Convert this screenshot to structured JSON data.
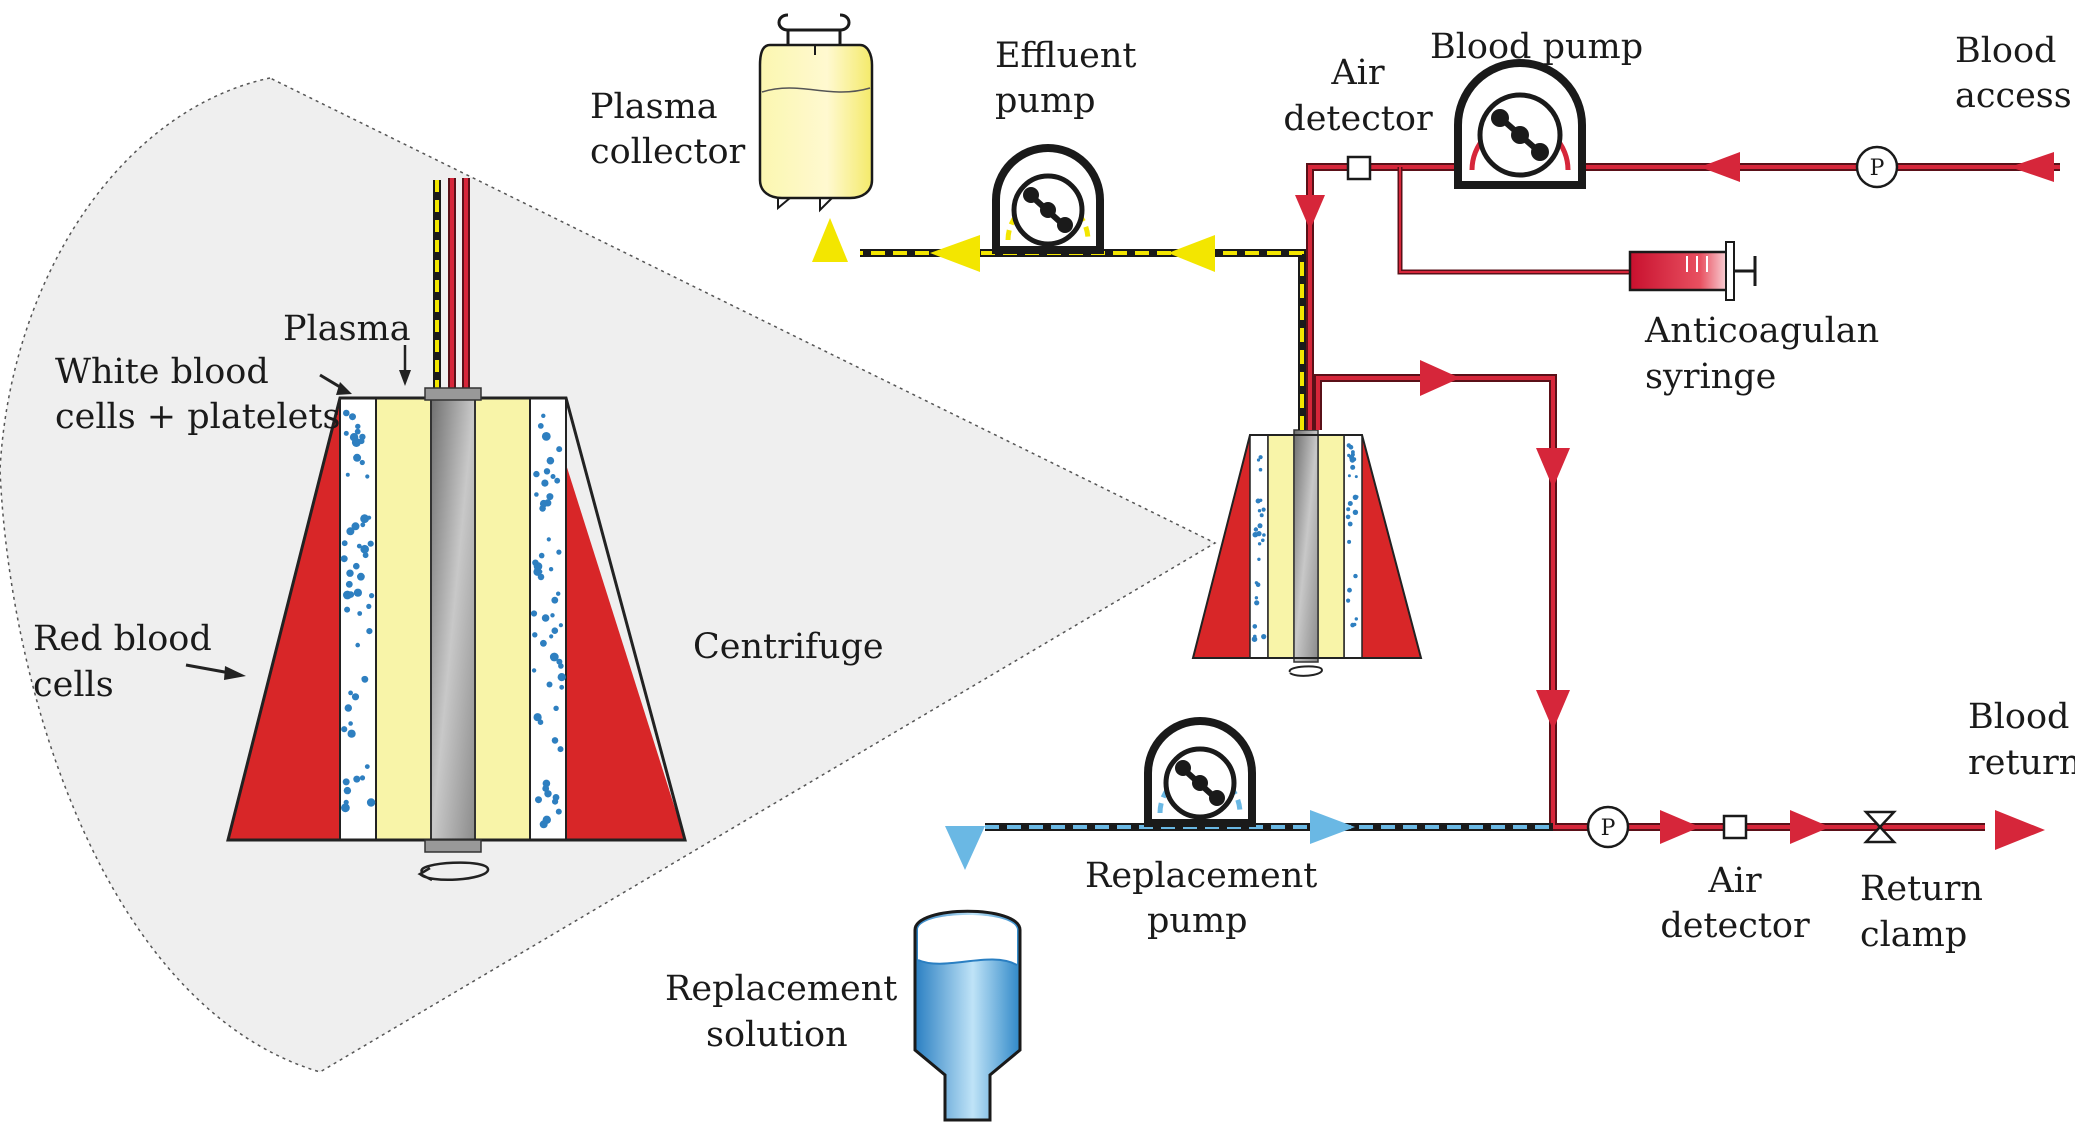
{
  "labels": {
    "plasma_collector": [
      "Plasma",
      "collector"
    ],
    "effluent_pump": [
      "Effluent",
      "pump"
    ],
    "air_detector_top": [
      "Air",
      "detector"
    ],
    "blood_pump": "Blood pump",
    "blood_access": [
      "Blood",
      "access"
    ],
    "anticoagulant_syringe": [
      "Anticoagulan",
      "syringe"
    ],
    "plasma": "Plasma",
    "wbc_platelets": [
      "White blood",
      "cells + platelets"
    ],
    "red_blood_cells": [
      "Red blood",
      "cells"
    ],
    "centrifuge": "Centrifuge",
    "replacement_pump": [
      "Replacement",
      "pump"
    ],
    "replacement_solution": [
      "Replacement",
      "solution"
    ],
    "air_detector_bottom": [
      "Air",
      "detector"
    ],
    "return_clamp": [
      "Return",
      "clamp"
    ],
    "blood_return": [
      "Blood",
      "return"
    ],
    "pressure_monitor": "P"
  },
  "colors": {
    "blood": "#d6263a",
    "blood_dark": "#5a1018",
    "plasma": "#f3e600",
    "plasma_fill": "#f8f4a8",
    "replacement": "#6ab8e4",
    "red_layer": "#d82628",
    "wbc_dots": "#2e7fc0",
    "zoom_cone": "#eeeeee"
  },
  "icons": [
    "peristaltic-pump-icon",
    "pressure-monitor-icon",
    "air-detector-icon",
    "syringe-icon",
    "clamp-icon",
    "plasma-bag-icon",
    "replacement-bottle-icon",
    "rotation-arrow-icon"
  ]
}
